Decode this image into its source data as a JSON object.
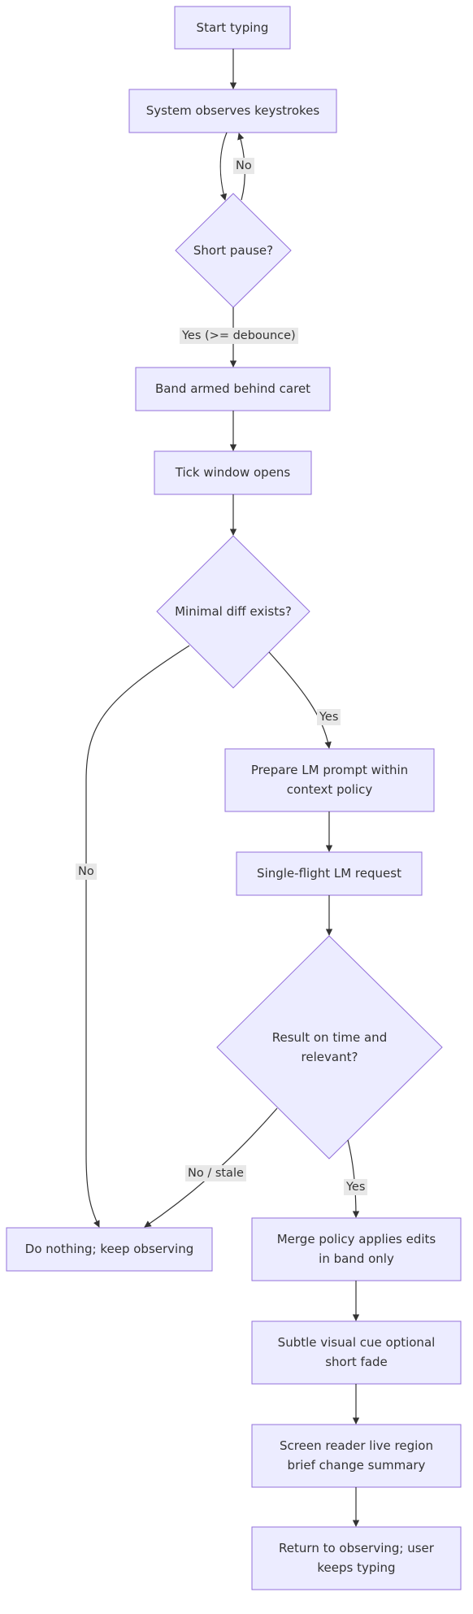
{
  "nodes": {
    "start": "Start typing",
    "observe": "System observes keystrokes",
    "pause": "Short pause?",
    "band": "Band armed behind caret",
    "tick": "Tick window opens",
    "diff": "Minimal diff exists?",
    "prompt": "Prepare LM prompt within\ncontext policy",
    "request": "Single-flight LM request",
    "result": "Result on time and\nrelevant?",
    "nothing": "Do nothing; keep observing",
    "merge": "Merge policy applies edits\nin band only",
    "cue": "Subtle visual cue optional\nshort fade",
    "reader": "Screen reader live region\nbrief change summary",
    "return": "Return to observing; user\nkeeps typing"
  },
  "edges": {
    "pause_no": "No",
    "pause_yes": "Yes (>= debounce)",
    "diff_yes": "Yes",
    "diff_no": "No",
    "result_no": "No / stale",
    "result_yes": "Yes"
  },
  "colors": {
    "node_fill": "#ececff",
    "node_stroke": "#9370db",
    "edge": "#333333",
    "edge_label_bg": "#e8e8e8"
  }
}
